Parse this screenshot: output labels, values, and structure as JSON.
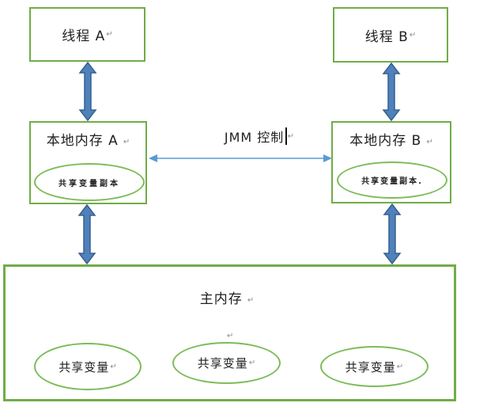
{
  "diagram": {
    "title_hint": "JMM (Java Memory Model) diagram",
    "marks": {
      "return": "↵"
    },
    "colors": {
      "box_border_green": "#70AD47",
      "ellipse_green": "#7CBC59",
      "thick_arrow_fill": "#4F81BD",
      "thick_arrow_stroke": "#38618C",
      "thin_arrow_blue": "#5B9BD5",
      "text": "#1f1f1f",
      "format_mark_gray": "#8c8c8c"
    },
    "nodes": {
      "thread_a": {
        "label": "线程 A"
      },
      "thread_b": {
        "label": "线程 B"
      },
      "local_a": {
        "label": "本地内存 A",
        "ellipse_label": "共享变量副本"
      },
      "local_b": {
        "label": "本地内存 B",
        "ellipse_label": "共享变量副本."
      },
      "jmm_control": {
        "label": "JMM 控制"
      },
      "main_memory": {
        "label": "主内存",
        "ellipses": [
          "共享变量",
          "共享变量",
          "共享变量"
        ]
      }
    },
    "icons": {
      "arrow_vertical": "double-headed-arrow",
      "arrow_horizontal": "double-headed-arrow",
      "text_cursor": "i-beam-caret"
    }
  }
}
